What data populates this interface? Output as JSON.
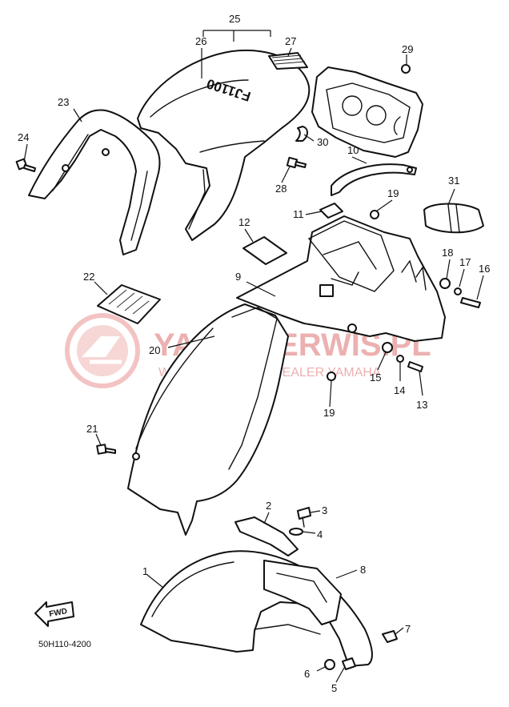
{
  "diagram_code": "50H110-4200",
  "fwd_label": "FWD",
  "seat_emblem": "FJ1100",
  "watermark": {
    "line1": "YAMA-SERWIS.PL",
    "line2": "WOJCIECHOWICZ DEALER YAMAHA"
  },
  "callouts": [
    "1",
    "2",
    "3",
    "4",
    "5",
    "6",
    "7",
    "8",
    "9",
    "10",
    "11",
    "12",
    "13",
    "14",
    "15",
    "16",
    "17",
    "18",
    "19",
    "20",
    "21",
    "22",
    "23",
    "24",
    "25",
    "26",
    "27",
    "28",
    "29",
    "30",
    "31"
  ],
  "colors": {
    "line": "#111111",
    "watermark": "#e9a3a3",
    "background": "#ffffff"
  }
}
